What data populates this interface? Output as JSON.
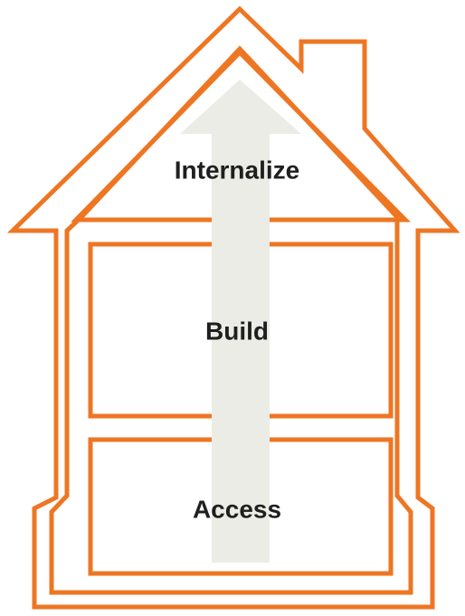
{
  "diagram": {
    "levels": [
      {
        "id": "internalize",
        "label": "Internalize"
      },
      {
        "id": "build",
        "label": "Build"
      },
      {
        "id": "access",
        "label": "Access"
      }
    ],
    "colors": {
      "outline": "#ee7623",
      "arrow": "#ecece6",
      "text": "#1f1f1f",
      "background": "#ffffff"
    }
  }
}
